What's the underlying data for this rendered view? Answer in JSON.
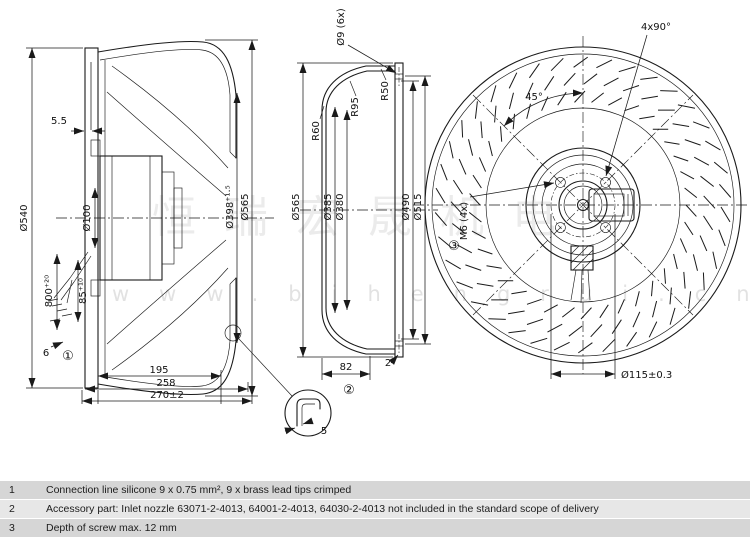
{
  "watermark": {
    "cn": "恒瑞宏晟机电",
    "url": "www.bjhengrui.cn"
  },
  "side": {
    "d540": "Ø540",
    "d5_5": "5.5",
    "d100": "Ø100",
    "d800": "800⁺²⁰",
    "d85": "85⁺¹⁰",
    "d6": "6",
    "n1": "①",
    "d195": "195",
    "d258": "258",
    "d270": "270±2",
    "d398": "Ø398⁺¹·⁵",
    "d565": "Ø565"
  },
  "nozzle": {
    "d9": "Ø9 (6x)",
    "r50": "R50",
    "r95": "R95",
    "r60": "R60",
    "d565": "Ø565",
    "d385": "Ø385",
    "d380": "Ø380",
    "d490": "Ø490",
    "d515": "Ø515",
    "d82": "82",
    "d2": "2",
    "n2": "②",
    "detail5": "5"
  },
  "front": {
    "a4x90": "4x90°",
    "a45": "45°",
    "m6": "M6 (4x)",
    "n3": "③",
    "d115": "Ø115±0.3"
  },
  "notes": [
    {
      "no": "1",
      "text": "Connection line silicone 9 x 0.75 mm², 9 x brass lead tips crimped"
    },
    {
      "no": "2",
      "text": "Accessory part: Inlet nozzle 63071-2-4013, 64001-2-4013, 64030-2-4013 not included in the standard scope of delivery"
    },
    {
      "no": "3",
      "text": "Depth of screw max. 12 mm"
    }
  ]
}
